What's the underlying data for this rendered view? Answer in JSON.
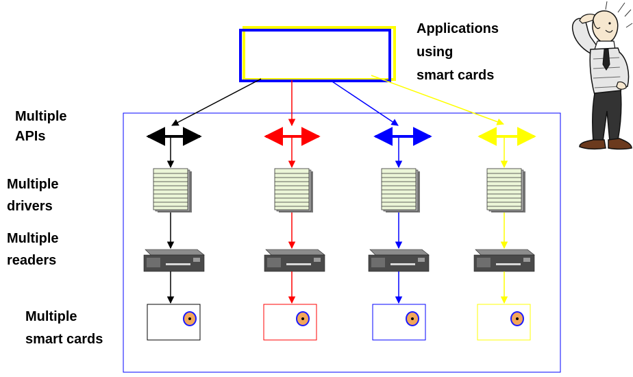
{
  "labels": {
    "app_line1": "Applications",
    "app_line2": "using",
    "app_line3": "smart cards",
    "apis_line1": "Multiple",
    "apis_line2": "APIs",
    "drivers_line1": "Multiple",
    "drivers_line2": "drivers",
    "readers_line1": "Multiple",
    "readers_line2": "readers",
    "cards_line1": "Multiple",
    "cards_line2": "smart cards"
  },
  "colors": {
    "stack_black": "#000000",
    "stack_red": "#ff0000",
    "stack_blue": "#0000ff",
    "stack_yellow": "#ffff00",
    "app_box_border": "#0000ff",
    "app_box_shadow": "#ffff00",
    "frame_border": "#0000ff",
    "driver_fill": "#ebf5d7",
    "reader_body": "#4a4a4a",
    "chip_fill": "#f2a65a",
    "chip_ring": "#1a1aff"
  },
  "stacks": [
    {
      "name": "black",
      "color_key": "stack_black"
    },
    {
      "name": "red",
      "color_key": "stack_red"
    },
    {
      "name": "blue",
      "color_key": "stack_blue"
    },
    {
      "name": "yellow",
      "color_key": "stack_yellow"
    }
  ],
  "icons": {
    "confused_person": "confused-person-icon",
    "driver": "document-stack-icon",
    "reader": "card-reader-icon",
    "card": "smart-card-icon"
  }
}
